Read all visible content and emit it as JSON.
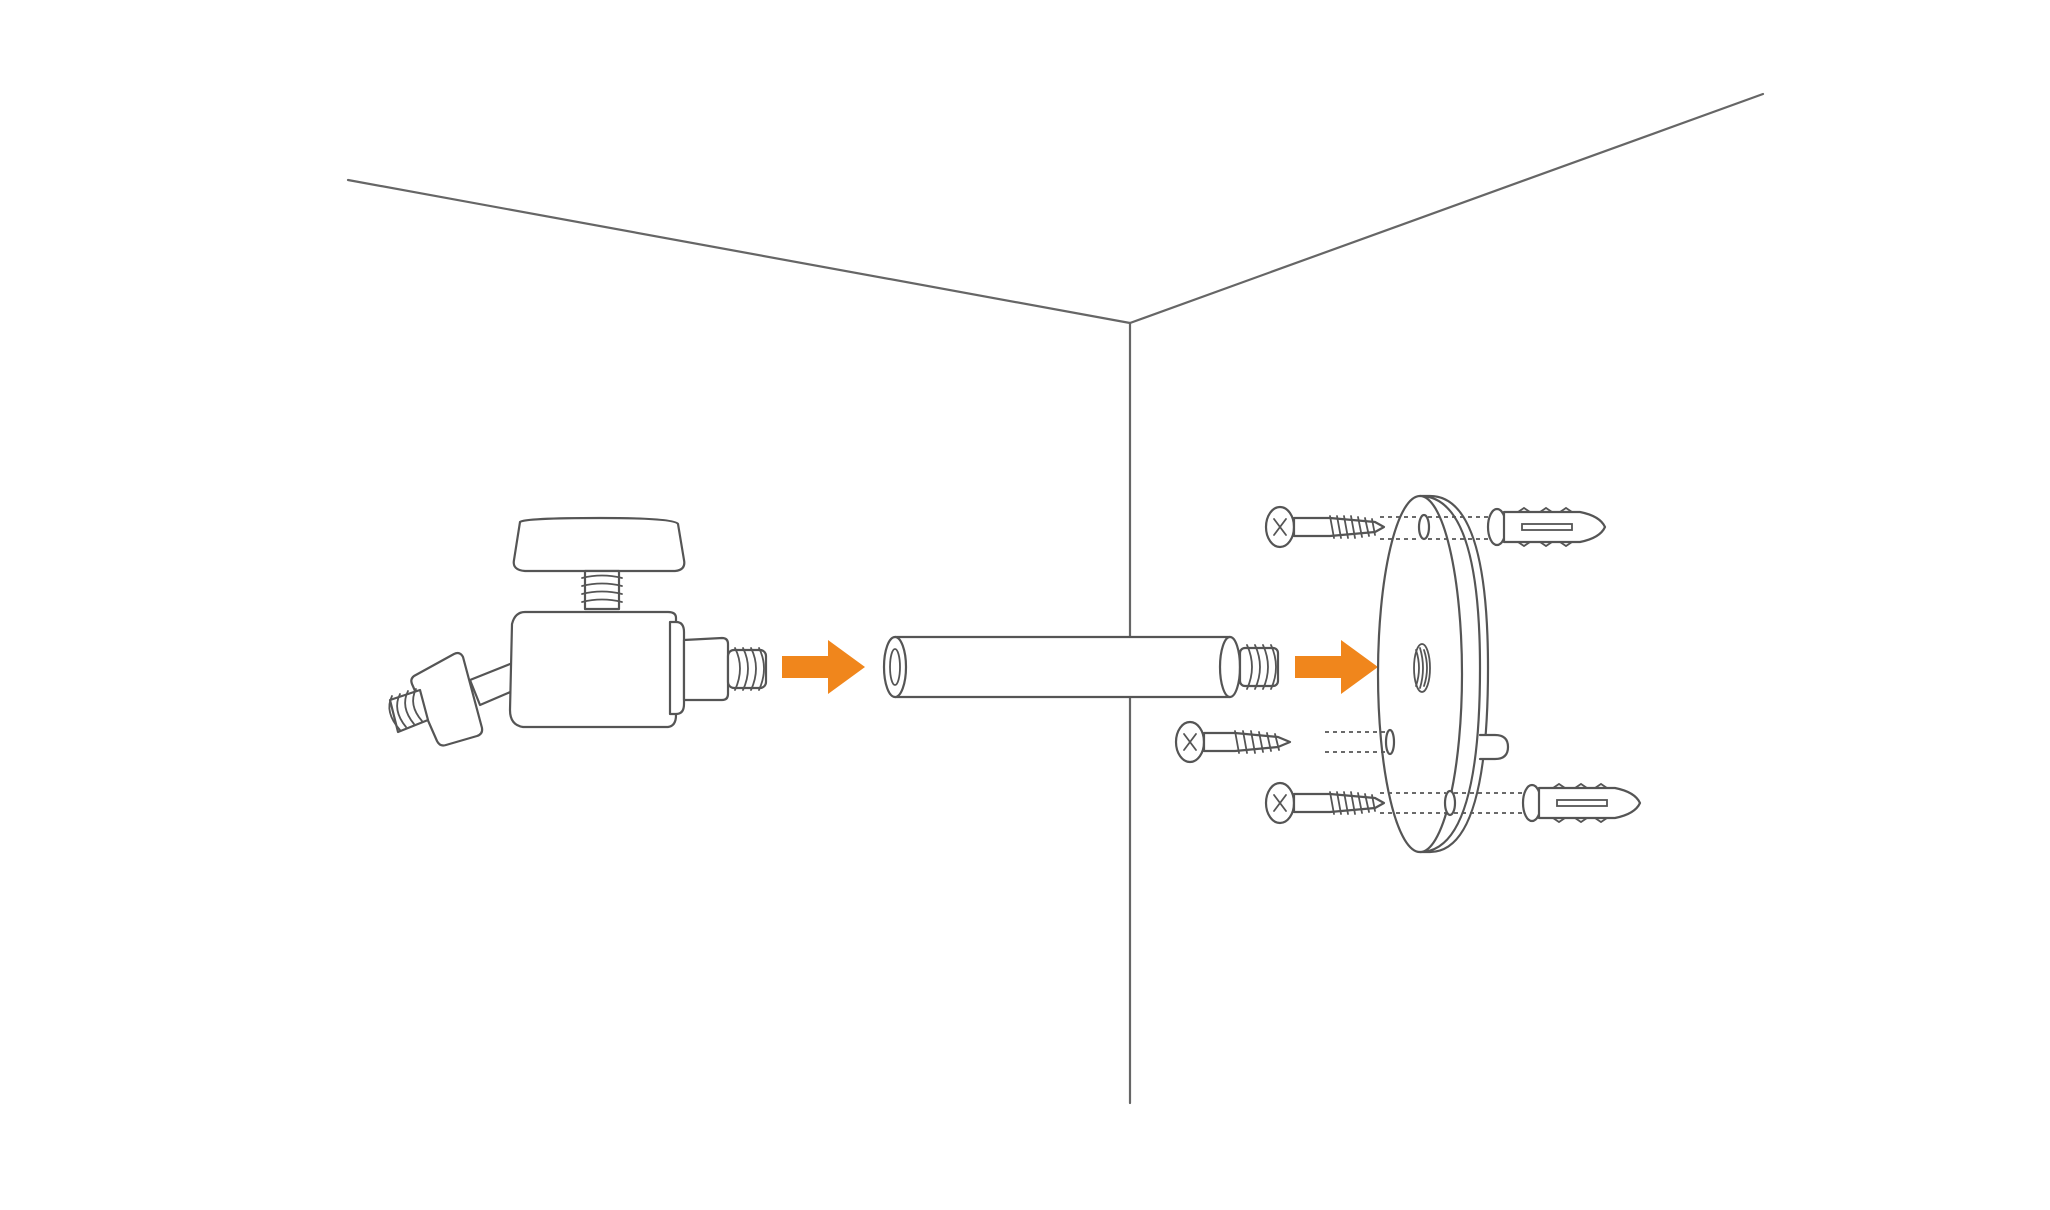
{
  "figure": {
    "kind": "wall-mount assembly instruction",
    "text": "",
    "colors": {
      "line": "#666666",
      "arrow": "#f0861c",
      "background": "#ffffff"
    },
    "parts": [
      "ball-head-mount",
      "extension-pole",
      "wall-base-plate",
      "screw",
      "wall-anchor"
    ],
    "steps": 2
  }
}
